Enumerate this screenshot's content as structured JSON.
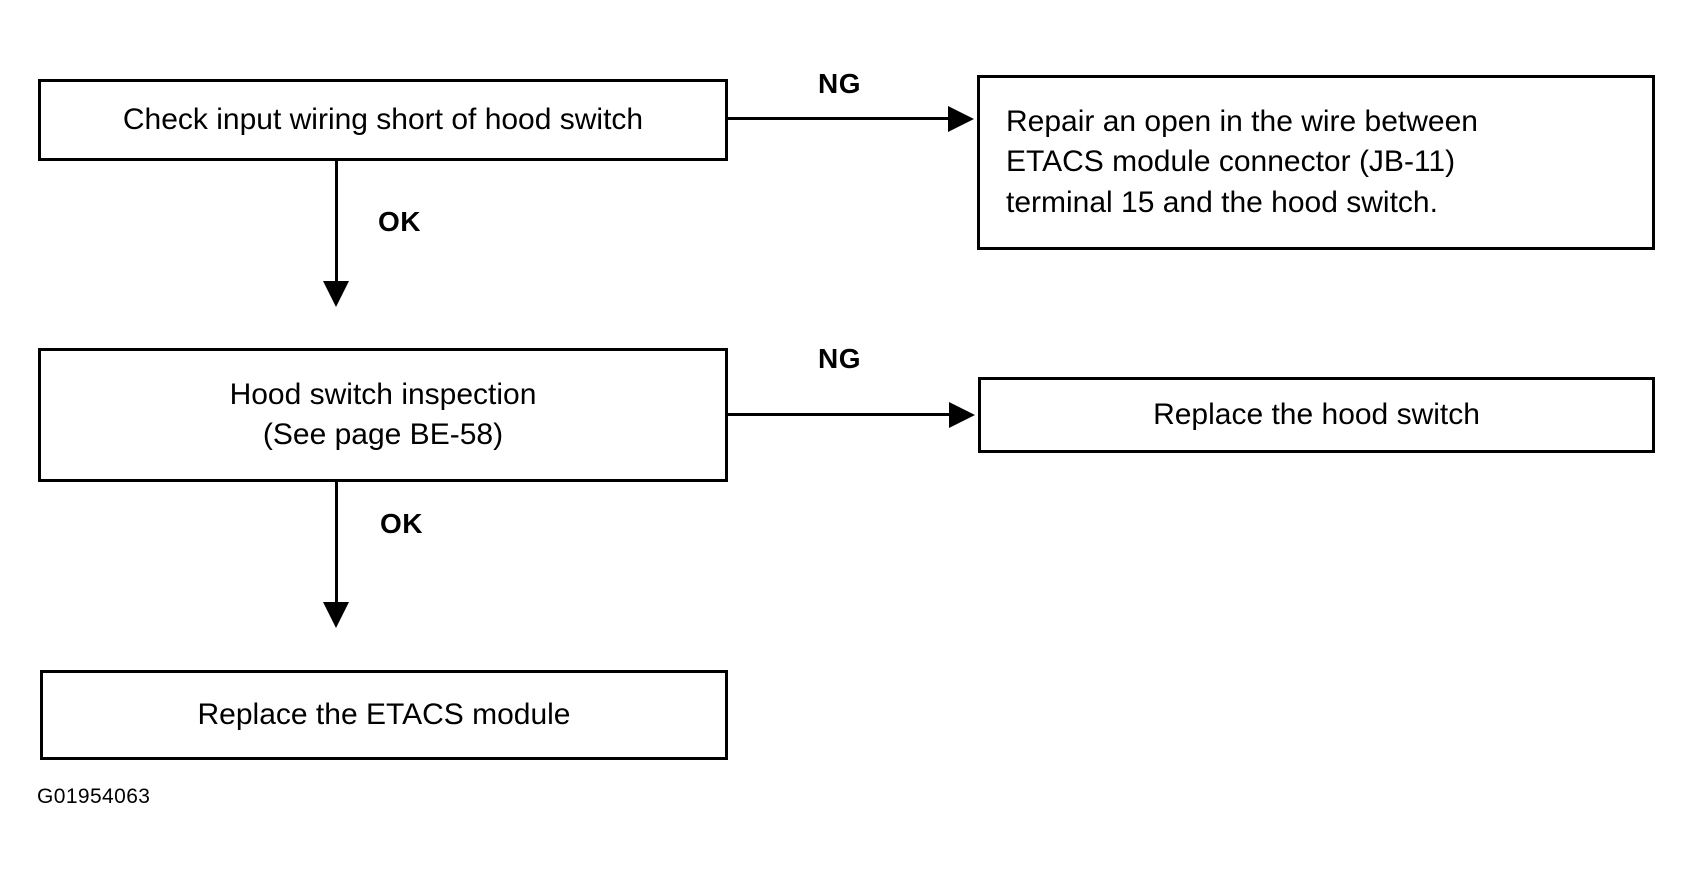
{
  "figure": {
    "caption": "G01954063",
    "type": "troubleshooting-flowchart",
    "colors": {
      "background": "#ffffff",
      "stroke": "#000000",
      "text": "#000000"
    }
  },
  "nodes": {
    "check_input": {
      "id": "check-input-wiring-short",
      "text": "Check input wiring short of hood switch"
    },
    "hood_inspect": {
      "id": "hood-switch-inspection",
      "text": "Hood switch inspection\n(See page BE-58)",
      "line1": "Hood switch inspection",
      "line2": "(See page BE-58)",
      "reference_page": "BE-58"
    },
    "replace_etacs": {
      "id": "replace-etacs-module",
      "text": "Replace the ETACS module"
    },
    "repair_open": {
      "id": "repair-open-in-wire",
      "text": "Repair an open in the wire between ETACS module connector (JB-11) terminal 15 and the hood switch.",
      "line1": "Repair an open in the wire between",
      "line2": "ETACS module connector (JB-11)",
      "line3": "terminal 15 and the hood switch.",
      "connector": "JB-11",
      "terminal": "15"
    },
    "replace_hood": {
      "id": "replace-hood-switch",
      "text": "Replace the hood switch"
    }
  },
  "edges": {
    "ng_1": {
      "label": "NG",
      "from": "check_input",
      "to": "repair_open",
      "direction": "right"
    },
    "ok_1": {
      "label": "OK",
      "from": "check_input",
      "to": "hood_inspect",
      "direction": "down"
    },
    "ng_2": {
      "label": "NG",
      "from": "hood_inspect",
      "to": "replace_hood",
      "direction": "right"
    },
    "ok_2": {
      "label": "OK",
      "from": "hood_inspect",
      "to": "replace_etacs",
      "direction": "down"
    }
  }
}
